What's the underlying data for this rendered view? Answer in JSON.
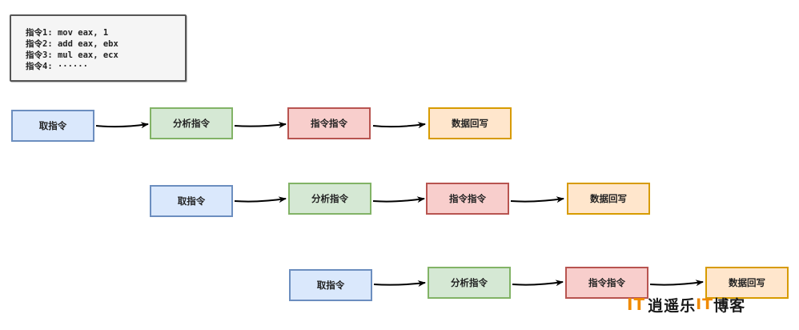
{
  "code": {
    "lines": [
      "指令1: mov eax, 1",
      "指令2: add eax, ebx",
      "指令3: mul eax, ecx",
      "指令4: ······"
    ]
  },
  "pipelines": [
    {
      "stages": [
        "取指令",
        "分析指令",
        "指令指令",
        "数据回写"
      ]
    },
    {
      "stages": [
        "取指令",
        "分析指令",
        "指令指令",
        "数据回写"
      ]
    },
    {
      "stages": [
        "取指令",
        "分析指令",
        "指令指令",
        "数据回写"
      ]
    }
  ],
  "colors": {
    "fetch": "#dae8fc",
    "decode": "#d5e8d4",
    "exec": "#f8cecc",
    "write": "#ffe6cc",
    "arrow": "#000000",
    "watermark_accent": "#f08a00"
  },
  "watermark": {
    "logo": "IT",
    "part1": "逍遥乐",
    "accent": "IT",
    "part2": "博客"
  }
}
